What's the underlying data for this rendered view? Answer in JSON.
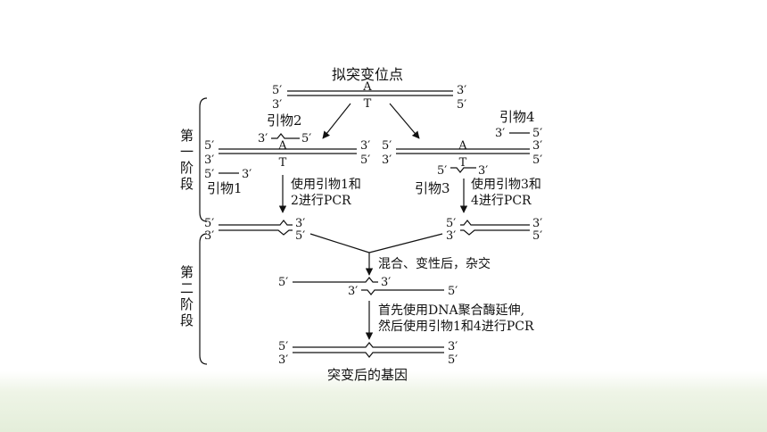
{
  "title": "拟突变位点",
  "stage_one": {
    "c1": "第",
    "c2": "一",
    "c3": "阶",
    "c4": "段"
  },
  "stage_two": {
    "c1": "第",
    "c2": "二",
    "c3": "阶",
    "c4": "段"
  },
  "primers": {
    "p1": "引物1",
    "p2": "引物2",
    "p3": "引物3",
    "p4": "引物4"
  },
  "bases": {
    "a": "A",
    "t": "T"
  },
  "ends": {
    "five": "5′",
    "three": "3′"
  },
  "step1_left": {
    "line1": "使用引物1和",
    "line2": "2进行PCR"
  },
  "step1_right": {
    "line1": "使用引物3和",
    "line2": "4进行PCR"
  },
  "step2": "混合、变性后，杂交",
  "step3": {
    "line1": "首先使用DNA聚合酶延伸,",
    "line2": "然后使用引物1和4进行PCR"
  },
  "result": "突变后的基因"
}
